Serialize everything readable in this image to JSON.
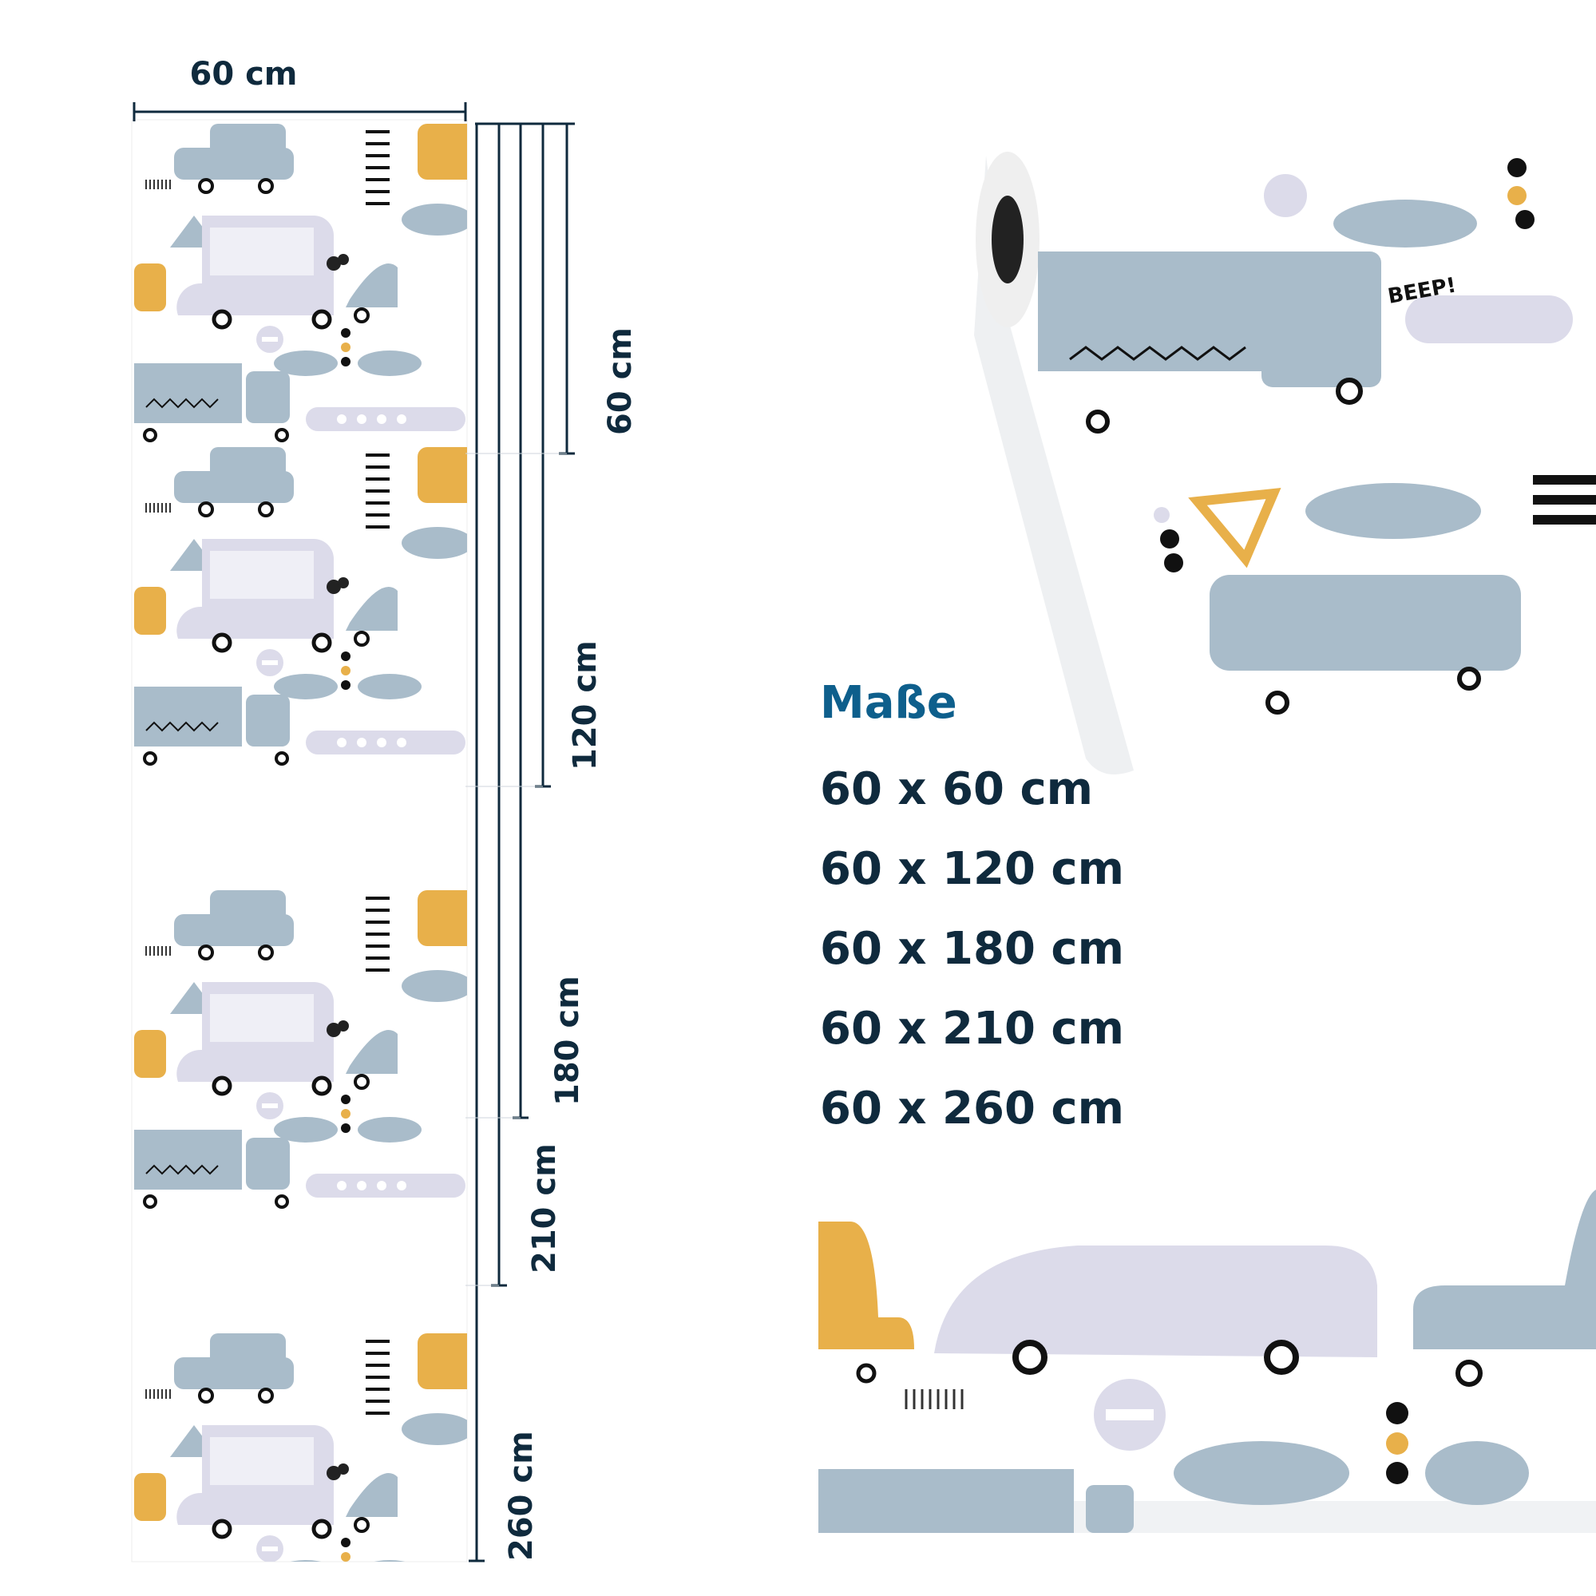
{
  "width_label": "60 cm",
  "height_markers": [
    "60 cm",
    "120 cm",
    "180 cm",
    "210 cm",
    "260 cm"
  ],
  "dimensions": {
    "heading": "Maße",
    "items": [
      "60 x 60 cm",
      "60 x 120 cm",
      "60 x 180 cm",
      "60 x 210 cm",
      "60 x 260 cm"
    ]
  },
  "pattern_text": "BEEP!",
  "colors": {
    "navy": "#0f2a3d",
    "heading_blue": "#0e5f8c",
    "slate_blue": "#a9bcca",
    "lavender": "#dcdbea",
    "mustard": "#e8b04a"
  }
}
